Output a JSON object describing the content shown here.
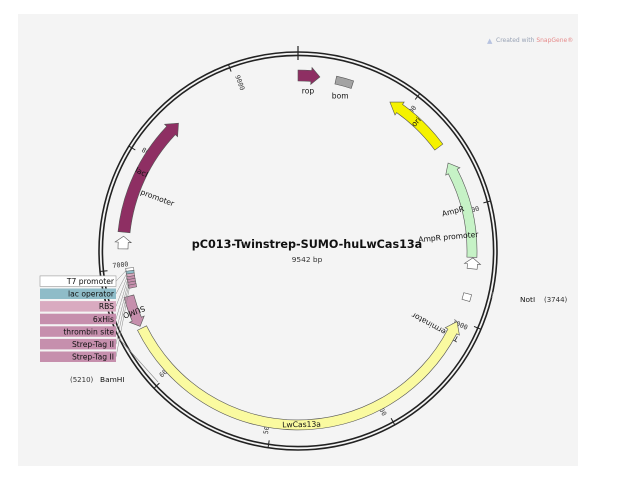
{
  "plasmid": {
    "name": "pC013-Twinstrep-SUMO-huLwCas13a",
    "length_label": "9542 bp",
    "total_bp": 9542
  },
  "credit": {
    "prefix": "Created with",
    "brand": "SnapGene®"
  },
  "ticks": [
    {
      "bp": 1000,
      "label": "1000"
    },
    {
      "bp": 2000,
      "label": "2000"
    },
    {
      "bp": 3000,
      "label": "3000"
    },
    {
      "bp": 4000,
      "label": "4000"
    },
    {
      "bp": 5000,
      "label": "5000"
    },
    {
      "bp": 6000,
      "label": "6000"
    },
    {
      "bp": 7000,
      "label": "7000"
    },
    {
      "bp": 8000,
      "label": "8000"
    },
    {
      "bp": 9000,
      "label": "9000"
    }
  ],
  "features": [
    {
      "id": "rop",
      "label": "rop",
      "start": 0,
      "end": 190,
      "strand": 1,
      "color": "#8e2f63",
      "type": "cds"
    },
    {
      "id": "bom",
      "label": "bom",
      "start": 330,
      "end": 480,
      "strand": 0,
      "color": "#a3a3a3",
      "type": "misc"
    },
    {
      "id": "ori",
      "label": "ori",
      "start": 840,
      "end": 1420,
      "strand": -1,
      "color": "#f5f200",
      "type": "rep"
    },
    {
      "id": "ampr",
      "label": "AmpR",
      "start": 1580,
      "end": 2440,
      "strand": -1,
      "color": "#c6f2c6",
      "type": "cds"
    },
    {
      "id": "ampr-promoter",
      "label": "AmpR promoter",
      "start": 2445,
      "end": 2540,
      "strand": -1,
      "color": "#ffffff",
      "type": "promoter"
    },
    {
      "id": "t7-terminator",
      "label": "T7 terminator",
      "start": 2760,
      "end": 2820,
      "strand": 0,
      "color": "#ffffff",
      "type": "terminator"
    },
    {
      "id": "lwcas13a",
      "label": "LwCas13a",
      "start": 3020,
      "end": 6460,
      "strand": -1,
      "color": "#fafaa0",
      "type": "cds"
    },
    {
      "id": "sumo",
      "label": "SUMO",
      "start": 6480,
      "end": 6760,
      "strand": -1,
      "color": "#c68fad",
      "type": "cds"
    },
    {
      "id": "lac-promoter",
      "label": "lac promoter",
      "start": 7175,
      "end": 7285,
      "strand": 1,
      "color": "#ffffff",
      "type": "promoter"
    },
    {
      "id": "laci",
      "label": "lacI",
      "start": 7320,
      "end": 8400,
      "strand": 1,
      "color": "#8e2f63",
      "type": "cds"
    }
  ],
  "cluster": [
    {
      "id": "t7-promoter",
      "label": "T7 promoter",
      "bp": 6990,
      "color": "#ffffff"
    },
    {
      "id": "lac-operator",
      "label": "lac operator",
      "bp": 6965,
      "color": "#8fbcc8"
    },
    {
      "id": "rbs",
      "label": "RBS",
      "bp": 6940,
      "color": "#d9aac0"
    },
    {
      "id": "6xhis",
      "label": "6xHis",
      "bp": 6915,
      "color": "#c68fad"
    },
    {
      "id": "thrombin-site",
      "label": "thrombin site",
      "bp": 6890,
      "color": "#c68fad"
    },
    {
      "id": "strep-tag-ii-1",
      "label": "Strep-Tag II",
      "bp": 6865,
      "color": "#c68fad"
    },
    {
      "id": "strep-tag-ii-2",
      "label": "Strep-Tag II",
      "bp": 6840,
      "color": "#c68fad"
    }
  ],
  "sites": [
    {
      "id": "noti",
      "label": "NotI",
      "coord": "(3744)",
      "bp": 2700
    },
    {
      "id": "bamhi",
      "label": "BamHI",
      "coord": "(5210)",
      "bp": 6465
    }
  ]
}
